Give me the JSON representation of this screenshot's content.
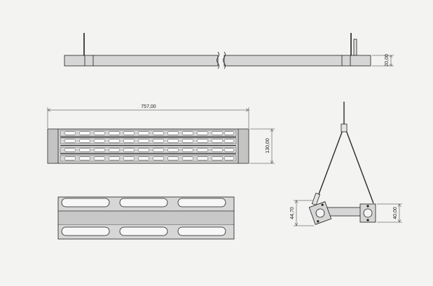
{
  "drawing": {
    "dimensions": {
      "side_height": "20,00",
      "overall_length": "757,00",
      "front_width": "130,00",
      "bracket_height_left": "44,70",
      "bracket_height_right": "40,00"
    },
    "colors": {
      "background": "#f3f3f1",
      "line": "#1e1e1e",
      "body_fill": "#d6d6d6",
      "body_shade": "#bcbcbc",
      "slot_fill": "#f7f7f7",
      "cable": "#2a2a2a"
    }
  }
}
